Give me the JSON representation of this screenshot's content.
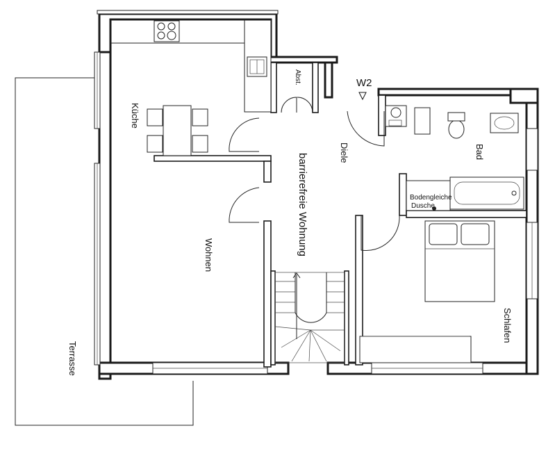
{
  "rooms": {
    "kitchen": "Küche",
    "storage": "Abst.",
    "hall": "Diele",
    "apartment": "barrierefreie Wohnung",
    "living": "Wohnen",
    "bath": "Bad",
    "shower": "Bodengleiche Dusche",
    "bedroom": "Schlafen",
    "terrace": "Terrasse"
  },
  "markers": {
    "unit": "W2"
  }
}
